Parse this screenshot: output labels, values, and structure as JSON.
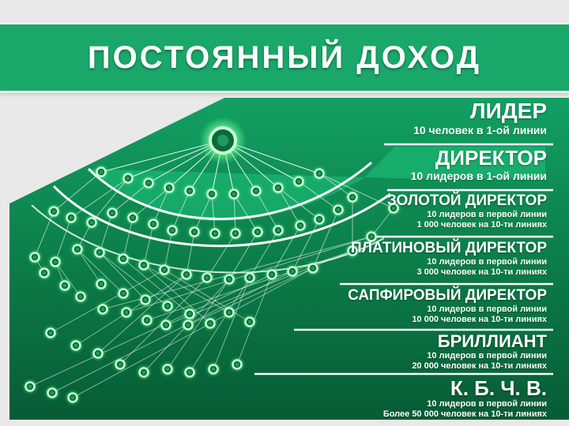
{
  "header": {
    "title": "ПОСТОЯННЫЙ ДОХОД"
  },
  "ranks": [
    {
      "title": "ЛИДЕР",
      "lines": [
        "10 человек в 1-ой линии"
      ]
    },
    {
      "title": "ДИРЕКТОР",
      "lines": [
        "10 лидеров в 1-ой линии"
      ]
    },
    {
      "title": "ЗОЛОТОЙ ДИРЕКТОР",
      "lines": [
        "10 лидеров в первой линии",
        "1 000 человек на 10-ти линиях"
      ]
    },
    {
      "title": "ПЛАТИНОВЫЙ ДИРЕКТОР",
      "lines": [
        "10 лидеров в первой линии",
        "3 000 человек на 10-ти линиях"
      ]
    },
    {
      "title": "САПФИРОВЫЙ ДИРЕКТОР",
      "lines": [
        "10 лидеров в первой линии",
        "10 000 человек на 10-ти линиях"
      ]
    },
    {
      "title": "БРИЛЛИАНТ",
      "lines": [
        "10 лидеров в первой линии",
        "20 000 человек на 10-ти линиях"
      ]
    },
    {
      "title": "К. Б. Ч. В.",
      "lines": [
        "10 лидеров в первой линии",
        "Более 50 000 человек на 10-ти линиях"
      ]
    }
  ],
  "colors": {
    "banner": "#1aa86a",
    "panel": "#0b7a47",
    "panel_dark": "#06522f",
    "node": "#b6ffbe",
    "line": "#ffffff"
  }
}
